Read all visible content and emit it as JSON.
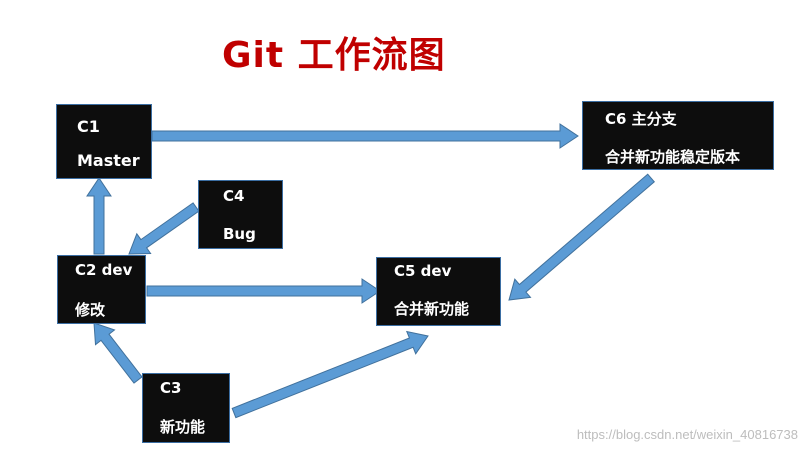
{
  "title": "Git 工作流图",
  "nodes": {
    "c1": {
      "line1": "C1",
      "line2": "Master"
    },
    "c6": {
      "line1": "C6 主分支",
      "line2": "合并新功能稳定版本"
    },
    "c4": {
      "line1": "C4",
      "line2": "Bug"
    },
    "c2": {
      "line1": "C2 dev",
      "line2": "修改"
    },
    "c5": {
      "line1": "C5 dev",
      "line2": "合并新功能"
    },
    "c3": {
      "line1": "C3",
      "line2": "新功能"
    }
  },
  "edges": [
    {
      "from": "c1",
      "to": "c6"
    },
    {
      "from": "c6",
      "to": "c5"
    },
    {
      "from": "c4",
      "to": "c2"
    },
    {
      "from": "c2",
      "to": "c1"
    },
    {
      "from": "c2",
      "to": "c5"
    },
    {
      "from": "c3",
      "to": "c2"
    },
    {
      "from": "c3",
      "to": "c5"
    }
  ],
  "colors": {
    "arrow": "#5b9bd5",
    "arrow_stroke": "#41719c",
    "title": "#c00000",
    "box": "#0d0d0d"
  },
  "watermark": "https://blog.csdn.net/weixin_40816738"
}
